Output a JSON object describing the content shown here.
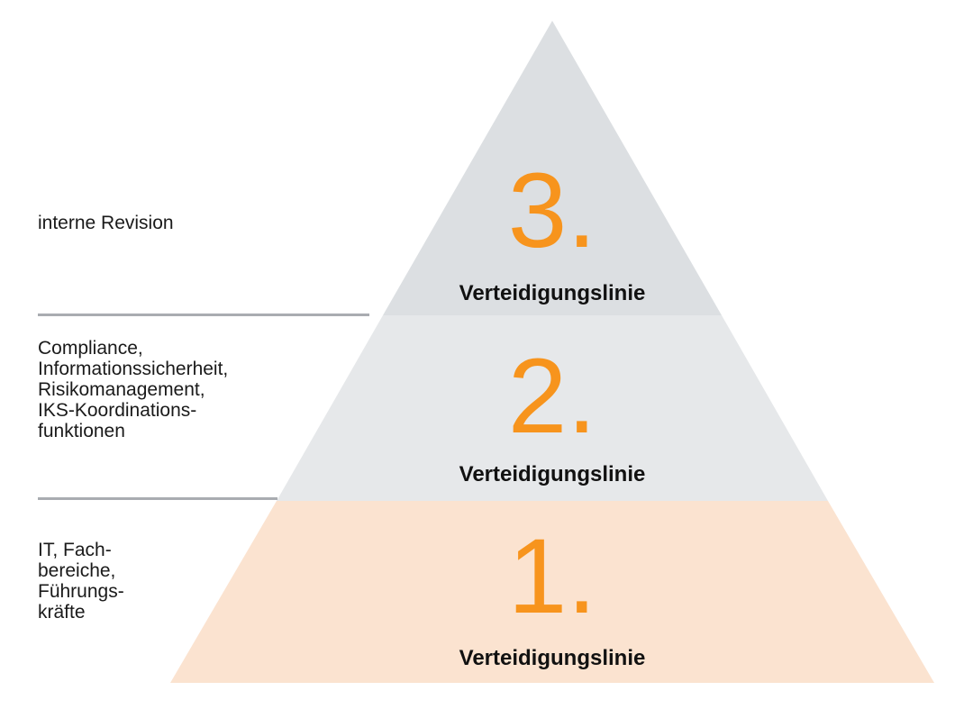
{
  "pyramid": {
    "levels": [
      {
        "rank": "3.",
        "name": "Verteidigungslinie",
        "side_text": "interne Revision",
        "fill": "#dcdfe2"
      },
      {
        "rank": "2.",
        "name": "Verteidigungslinie",
        "side_text": "Compliance,\nInformationssicherheit,\nRisikomanagement,\nIKS-Koordinations-\nfunktionen",
        "fill": "#e6e8ea"
      },
      {
        "rank": "1.",
        "name": "Verteidigungslinie",
        "side_text": "IT, Fach-\nbereiche,\nFührungs-\nkräfte",
        "fill": "#fbe3d0"
      }
    ],
    "colors": {
      "accent_numeral": "#f7941d",
      "divider": "#a9acb1",
      "text": "#111111"
    }
  }
}
